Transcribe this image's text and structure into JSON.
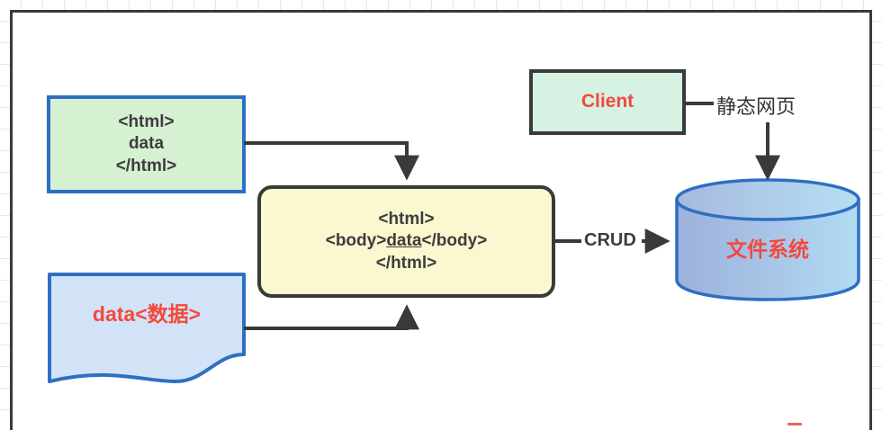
{
  "diagram": {
    "title": "static-web-architecture",
    "background": {
      "grid_color": "#e8e8e8",
      "panel_border": "#3a3a3a",
      "panel_fill": "#ffffff"
    },
    "nodes": [
      {
        "id": "html-source",
        "shape": "rectangle",
        "name": "html-source-box",
        "fill": "#d6f0d2",
        "stroke": "#2e6fc4",
        "lines": [
          "<html>",
          "data",
          "</html>"
        ],
        "text_color": "#3d3d3d"
      },
      {
        "id": "data-source",
        "shape": "document",
        "name": "data-document-shape",
        "fill": "#d2e3f8",
        "stroke": "#2e6fc4",
        "label": "data<数据>",
        "text_color": "#f4483c"
      },
      {
        "id": "merged-html",
        "shape": "rounded-rectangle",
        "name": "merged-html-box",
        "fill": "#fbf8d0",
        "stroke": "#3a3a3a",
        "line1": "<html>",
        "line2_pre": "<body>",
        "line2_underlined": "data",
        "line2_post": "</body>",
        "line3": "</html>",
        "text_color": "#3d3d3d"
      },
      {
        "id": "client",
        "shape": "rectangle",
        "name": "client-box",
        "fill": "#d5f2e3",
        "stroke": "#3a3a3a",
        "label": "Client",
        "text_color": "#f4483c"
      },
      {
        "id": "file-system",
        "shape": "cylinder",
        "name": "file-system-cylinder",
        "fill_start": "#9fb4dd",
        "fill_end": "#aed6ef",
        "stroke": "#2e6fc4",
        "label": "文件系统",
        "text_color": "#f4483c"
      }
    ],
    "edges": [
      {
        "id": "html-to-merged",
        "name": "edge-html-to-merged",
        "from": "html-source",
        "to": "merged-html",
        "label": "",
        "style": "elbow-arrow"
      },
      {
        "id": "data-to-merged",
        "name": "edge-data-to-merged",
        "from": "data-source",
        "to": "merged-html",
        "label": "",
        "style": "elbow-arrow"
      },
      {
        "id": "merged-to-fs",
        "name": "edge-merged-to-filesystem",
        "from": "merged-html",
        "to": "file-system",
        "label": "CRUD",
        "style": "straight-arrow"
      },
      {
        "id": "client-to-static",
        "name": "edge-client-to-static-page",
        "from": "client",
        "to": "static-page-label",
        "label": "静态网页",
        "style": "line"
      },
      {
        "id": "static-to-fs",
        "name": "edge-static-page-to-filesystem",
        "from": "static-page-label",
        "to": "file-system",
        "label": "",
        "style": "straight-arrow"
      }
    ],
    "labels": {
      "crud": "CRUD",
      "static_page": "静态网页"
    }
  }
}
